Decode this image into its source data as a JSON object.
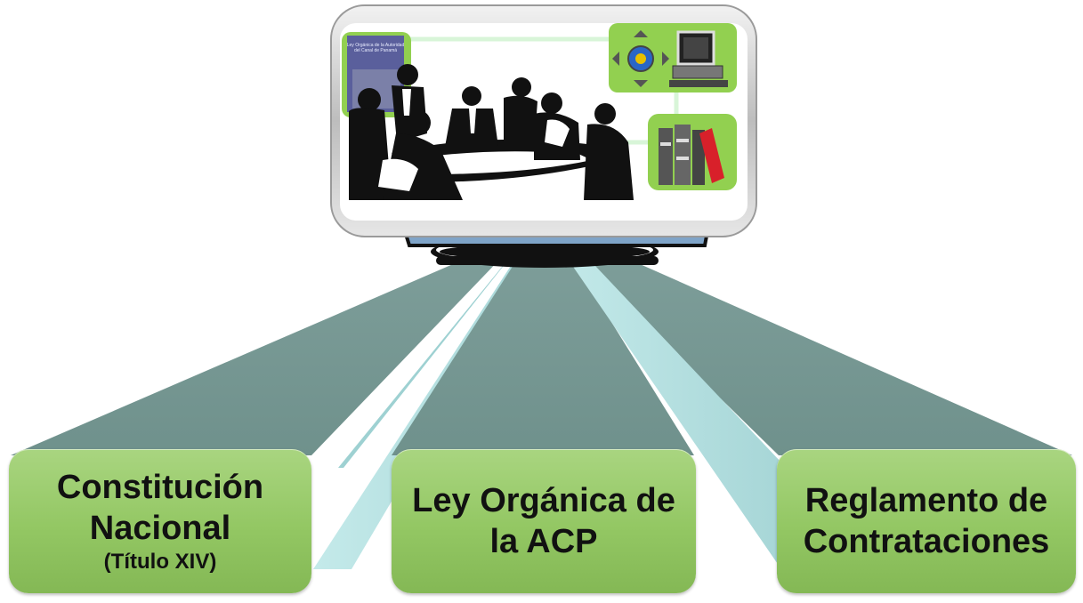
{
  "diagram": {
    "source": {
      "name": "presentation-screen",
      "booklet_title": "Ley Orgánica de la Autoridad del Canal de Panamá"
    },
    "boxes": [
      {
        "id": "constitucion",
        "lines": [
          "Constitución",
          "Nacional"
        ],
        "sub": "(Título XIV)"
      },
      {
        "id": "ley-organica",
        "lines": [
          "Ley Orgánica de",
          "la ACP"
        ],
        "sub": ""
      },
      {
        "id": "reglamento",
        "lines": [
          "Reglamento de",
          "Contrataciones"
        ],
        "sub": ""
      }
    ],
    "colors": {
      "box_green": "#93c763",
      "beam_dark": "#7a9a96",
      "beam_light": "#b4e0e0",
      "screen_frame": "#c8c8c8",
      "icon_panel_green": "#92d050"
    }
  }
}
